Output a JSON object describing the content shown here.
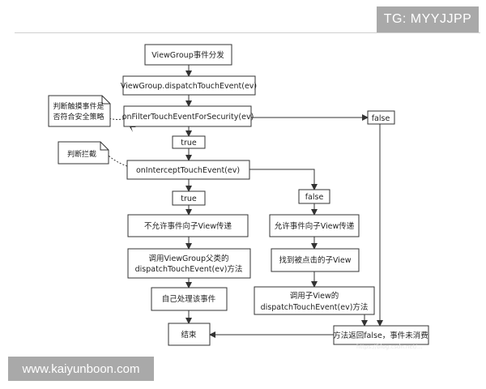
{
  "watermark": {
    "top": "TG: MYYJJPP",
    "bottom": "www.kaiyunboon.com"
  },
  "diagram": {
    "nodes": {
      "start": "ViewGroup事件分发",
      "dispatch": "ViewGroup.dispatchTouchEvent(ev)",
      "filter": "onFilterTouchEventForSecurity(ev)",
      "true1": "true",
      "false1": "false",
      "intercept": "onInterceptTouchEvent(ev)",
      "true2": "true",
      "false2": "false",
      "noPass": "不允许事件向子View传递",
      "allowPass": "允许事件向子View传递",
      "callSuper1": "调用ViewGroup父类的",
      "callSuper2": "dispatchTouchEvent(ev)方法",
      "findChild": "找到被点击的子View",
      "callChild1": "调用子View的",
      "callChild2": "dispatchTouchEvent(ev)方法",
      "selfHandle": "自己处理该事件",
      "end": "结束",
      "returnFalse": "方法返回false，事件未消费"
    },
    "notes": {
      "security1": "判断触摸事件是",
      "security2": "否符合安全策略",
      "intercept": "判断拦截"
    }
  },
  "faint_watermark": "https://blog.csdn.net/..."
}
